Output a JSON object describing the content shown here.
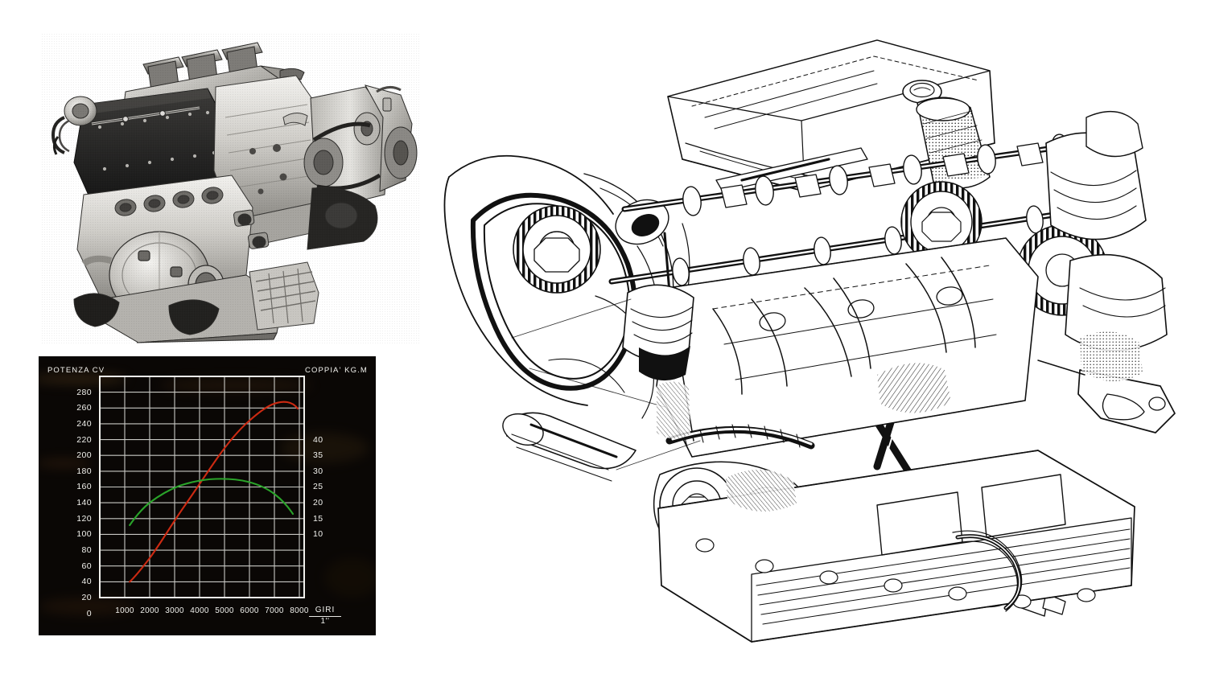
{
  "photo": {
    "caption_visible": false,
    "subject": "racing-v12-engine-photograph",
    "description": "black and white photograph of a twelve cylinder racing engine with velocity stacks"
  },
  "cutaway": {
    "subject": "engine-cutaway-line-drawing",
    "description": "pen and ink cutaway illustration of a v engine showing camshafts, toothed timing belts, pulleys, pistons, sump and intake plenum"
  },
  "chart_data": {
    "type": "line",
    "title": "",
    "xlabel": "GIRI",
    "xlabel_denominator": "1''",
    "ylabel_left": "POTENZA CV",
    "ylabel_right": "COPPIA' KG.M",
    "xlim": [
      0,
      9000
    ],
    "xticks": [
      "1000",
      "2000",
      "3000",
      "4000",
      "5000",
      "6000",
      "7000",
      "8000"
    ],
    "xtick_values": [
      1000,
      2000,
      3000,
      4000,
      5000,
      6000,
      7000,
      8000
    ],
    "ylim_left": [
      0,
      290
    ],
    "yticks_left": [
      "280",
      "260",
      "240",
      "220",
      "200",
      "180",
      "160",
      "140",
      "120",
      "100",
      "80",
      "60",
      "40",
      "20",
      "0"
    ],
    "ytick_values_left": [
      280,
      260,
      240,
      220,
      200,
      180,
      160,
      140,
      120,
      100,
      80,
      60,
      40,
      20,
      0
    ],
    "yticks_right": [
      "40",
      "35",
      "30",
      "25",
      "20",
      "15",
      "10"
    ],
    "ytick_values_right": [
      40,
      35,
      30,
      25,
      20,
      15,
      10
    ],
    "right_axis_mapping_note": "right scale 10 kg.m aligns with left 80 CV; 40 kg.m aligns with left 200 CV",
    "grid": true,
    "legend": "none",
    "background": "#0a0705",
    "series": [
      {
        "name": "Potenza",
        "unit": "CV",
        "color": "#cc2a12",
        "axis": "left",
        "x": [
          1200,
          1500,
          2000,
          2500,
          3000,
          3500,
          4000,
          4500,
          5000,
          5500,
          6000,
          6500,
          7000,
          7200,
          7400,
          7700
        ],
        "values": [
          20,
          36,
          62,
          88,
          113,
          138,
          158,
          180,
          200,
          220,
          236,
          250,
          257,
          258,
          256,
          250
        ],
        "peak": {
          "rpm": 7100,
          "value": 258
        }
      },
      {
        "name": "Coppia",
        "unit": "KG.M",
        "color": "#2aa32a",
        "axis": "right",
        "x": [
          1200,
          1500,
          2000,
          2500,
          3000,
          3500,
          4000,
          4500,
          5000,
          5500,
          6000,
          6500,
          7000,
          7500,
          7700
        ],
        "values": [
          16.8,
          19.0,
          21.8,
          23.6,
          25.0,
          26.1,
          27.0,
          27.6,
          27.8,
          27.6,
          27.1,
          26.2,
          25.1,
          23.6,
          23.0
        ],
        "values_in_left_units": [
          92,
          109,
          132,
          146,
          157,
          166,
          173,
          178,
          180,
          178,
          173,
          166,
          158,
          146,
          141
        ],
        "peak": {
          "rpm": 4900,
          "value": 27.8
        }
      }
    ]
  }
}
